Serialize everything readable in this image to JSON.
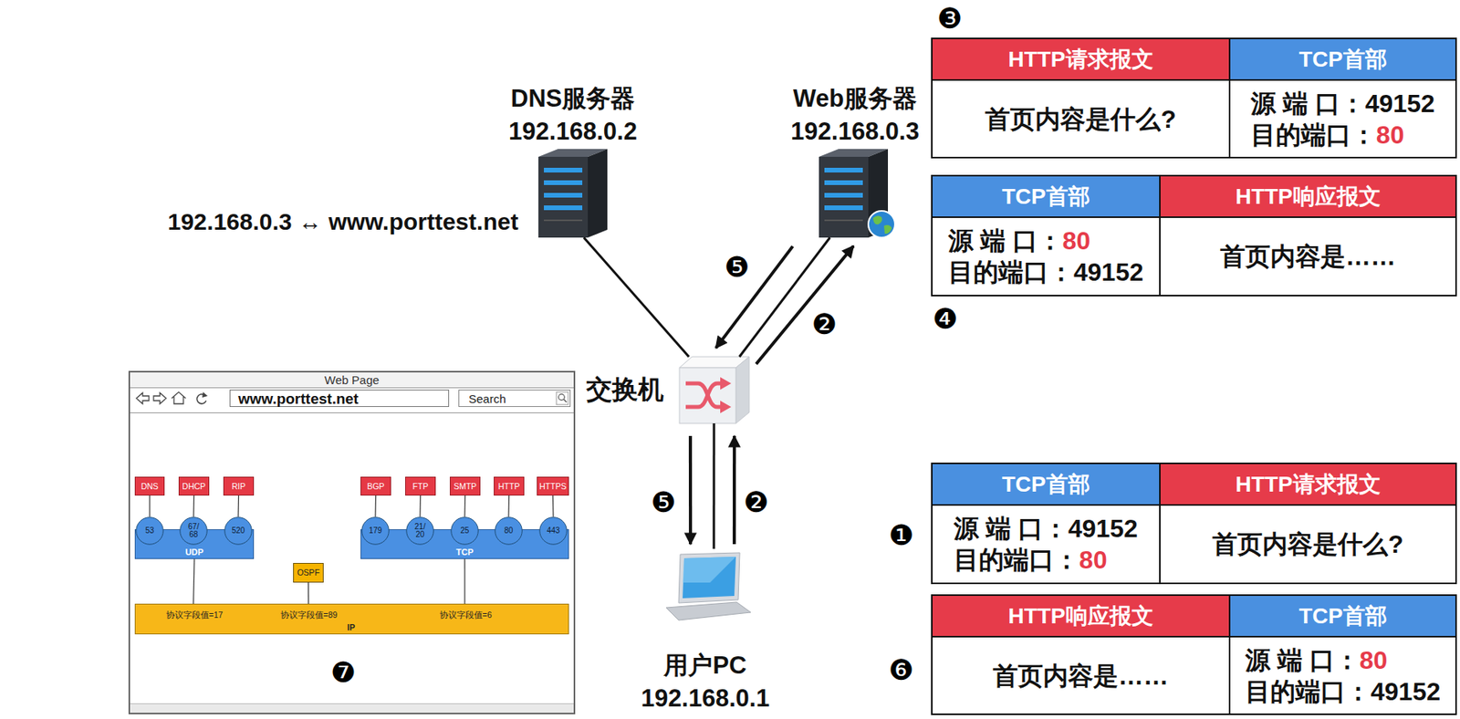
{
  "diagram": {
    "nodes": [
      {
        "text": [
          "DNS服务器",
          "192.168.0.2"
        ]
      },
      {
        "text": [
          "Web服务器",
          "192.168.0.3"
        ]
      },
      {
        "text": [
          "交换机"
        ]
      },
      {
        "text": [
          "用户PC",
          "192.168.0.1"
        ]
      },
      {
        "text": [
          "HTTP请求报文",
          "首页内容是什么?"
        ]
      },
      {
        "text": [
          "TCP首部",
          "源 端 口：",
          "49152",
          "目的端口：",
          "80"
        ]
      },
      {
        "text": [
          "TCP首部",
          "源 端 口：",
          "80",
          "目的端口：",
          "49152"
        ]
      },
      {
        "text": [
          "HTTP响应报文",
          "首页内容是……"
        ]
      },
      {
        "text": [
          "TCP首部",
          "源 端 口：",
          "49152",
          "目的端口：",
          "80"
        ]
      },
      {
        "text": [
          "HTTP请求报文",
          "首页内容是什么?"
        ]
      },
      {
        "text": [
          "HTTP响应报文",
          "首页内容是……"
        ]
      },
      {
        "text": [
          "TCP首部",
          "源 端 口：",
          "80",
          "目的端口：",
          "49152"
        ]
      },
      {
        "text": [
          "Web Page"
        ]
      },
      {
        "text": [
          "www.porttest.net"
        ],
        "in": 12
      },
      {
        "text": [
          "Search"
        ],
        "in": 12
      },
      {
        "text": [
          "DNS"
        ],
        "in": 12
      },
      {
        "text": [
          "DHCP"
        ],
        "in": 12
      },
      {
        "text": [
          "RIP"
        ],
        "in": 12
      },
      {
        "text": [
          "BGP"
        ],
        "in": 12
      },
      {
        "text": [
          "FTP"
        ],
        "in": 12
      },
      {
        "text": [
          "SMTP"
        ],
        "in": 12
      },
      {
        "text": [
          "HTTP"
        ],
        "in": 12
      },
      {
        "text": [
          "HTTPS"
        ],
        "in": 12
      },
      {
        "text": [
          "53"
        ],
        "in": 12
      },
      {
        "text": [
          "67/ 68"
        ],
        "in": 12
      },
      {
        "text": [
          "520"
        ],
        "in": 12
      },
      {
        "text": [
          "179"
        ],
        "in": 12
      },
      {
        "text": [
          "21/ 20"
        ],
        "in": 12
      },
      {
        "text": [
          "25"
        ],
        "in": 12
      },
      {
        "text": [
          "80"
        ],
        "in": 12
      },
      {
        "text": [
          "443"
        ],
        "in": 12
      },
      {
        "text": [
          "UDP"
        ],
        "in": 12
      },
      {
        "text": [
          "TCP"
        ],
        "in": 12
      },
      {
        "text": [
          "OSPF"
        ],
        "in": 12
      },
      {
        "text": [
          "协议字段值=17",
          "协议字段值=89",
          "协议字段值=6",
          "IP"
        ],
        "in": 12
      }
    ],
    "edges": [
      {
        "from": 0,
        "to": 2,
        "arrow": "none"
      },
      {
        "from": 1,
        "to": 2,
        "arrow": "none"
      },
      {
        "from": 2,
        "to": 1,
        "arrow": "to",
        "label": "❷"
      },
      {
        "from": 1,
        "to": 2,
        "arrow": "to",
        "label": "❺"
      },
      {
        "from": 3,
        "to": 2,
        "arrow": "none"
      },
      {
        "from": 3,
        "to": 2,
        "arrow": "to",
        "label": "❷"
      },
      {
        "from": 2,
        "to": 3,
        "arrow": "to",
        "label": "❺"
      },
      {
        "from": 15,
        "to": 23,
        "arrow": "none"
      },
      {
        "from": 16,
        "to": 24,
        "arrow": "none"
      },
      {
        "from": 17,
        "to": 25,
        "arrow": "none"
      },
      {
        "from": 18,
        "to": 26,
        "arrow": "none"
      },
      {
        "from": 19,
        "to": 27,
        "arrow": "none"
      },
      {
        "from": 20,
        "to": 28,
        "arrow": "none"
      },
      {
        "from": 21,
        "to": 29,
        "arrow": "none"
      },
      {
        "from": 22,
        "to": 30,
        "arrow": "none"
      },
      {
        "from": 31,
        "to": 34,
        "arrow": "none"
      },
      {
        "from": 33,
        "to": 34,
        "arrow": "none"
      },
      {
        "from": 32,
        "to": 34,
        "arrow": "none"
      }
    ],
    "labels": [
      "❸",
      "192.168.0.3 ↔ www.porttest.net",
      "❹",
      "❶",
      "❼",
      "❻"
    ]
  }
}
